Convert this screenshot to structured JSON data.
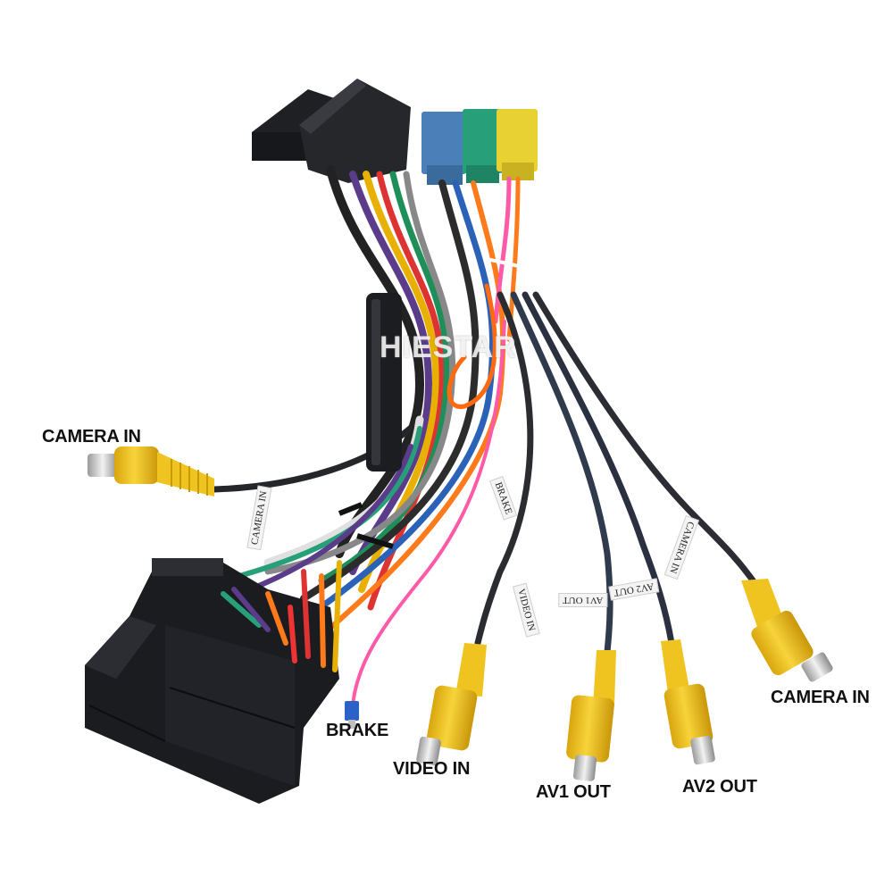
{
  "watermark": "HIESTAR",
  "labels": {
    "camera_in_left": "CAMERA IN",
    "camera_in_right": "CAMERA IN",
    "brake": "BRAKE",
    "video_in": "VIDEO IN",
    "av1_out": "AV1 OUT",
    "av2_out": "AV2 OUT"
  },
  "sleeves": {
    "camera_left": "CAMERA IN",
    "brake": "BRAKE",
    "video_in": "VIDEO IN",
    "av1_out": "AV1 OUT",
    "av2_out": "AV2 OUT",
    "camera_right": "CAMERA IN"
  },
  "colors": {
    "background": "#ffffff",
    "connector_black": "#1c1d21",
    "connector_blue": "#4a7fb8",
    "connector_green": "#27a07a",
    "connector_yellow": "#e8d233",
    "rca_yellow": "#f3c51a",
    "wire_pink": "#ff5aa8"
  }
}
